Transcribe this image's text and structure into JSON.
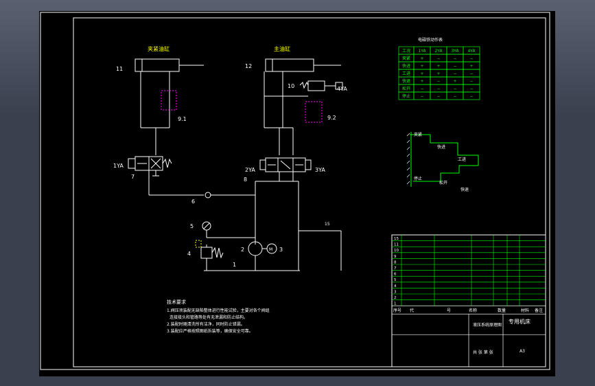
{
  "titles": {
    "clamp_cylinder": "夹紧油缸",
    "main_cylinder": "主油缸",
    "solenoid_table": "电磁铁动作表",
    "notes_title": "技术要求"
  },
  "labels": {
    "n11": "11",
    "n12": "12",
    "n10": "10",
    "n4YA": "4YA",
    "n91": "9.1",
    "n92": "9.2",
    "n1YA": "1YA",
    "n7": "7",
    "n2YA": "2YA",
    "n3YA": "3YA",
    "n8": "8",
    "n6": "6",
    "n5": "5",
    "n4": "4",
    "n2": "2",
    "n3": "3",
    "n1": "1",
    "n15": "15",
    "motor": "M"
  },
  "solenoid_table": {
    "headers": [
      "工况",
      "1YA",
      "2YA",
      "3YA",
      "4YA"
    ],
    "rows": [
      [
        "夹紧",
        "+",
        "−",
        "−",
        "−"
      ],
      [
        "快进",
        "+",
        "+",
        "−",
        "+"
      ],
      [
        "工进",
        "+",
        "+",
        "−",
        "−"
      ],
      [
        "快退",
        "+",
        "−",
        "+",
        "−"
      ],
      [
        "松开",
        "−",
        "−",
        "−",
        "−"
      ],
      [
        "停止",
        "−",
        "−",
        "−",
        "−"
      ]
    ]
  },
  "cycle": {
    "clamp": "夹紧",
    "fast_forward": "快进",
    "work_feed": "工进",
    "fast_return": "快退",
    "release": "松开",
    "stop": "停止"
  },
  "notes": [
    "1.阀压须装配无缺陷整体进行性能试验，主要对各个阀组",
    "连接接头和管路等处有无泄漏和防止结构。",
    "2.装配时随清洗所有洁净，同时防止错漏。",
    "3.装配应严格按照图纸拆装等，确保安全可靠。"
  ],
  "title_block": {
    "rows": [
      "15",
      "11",
      "10",
      "9",
      "8",
      "7",
      "6",
      "5",
      "4",
      "3",
      "2",
      "1"
    ],
    "header": [
      "序号",
      "代",
      "号",
      "名称",
      "数量",
      "材料",
      "备注"
    ],
    "drawing_title": "液压系统原理图",
    "school": "专用机床",
    "sheet": "A3",
    "footer": "共 张 第 张"
  }
}
